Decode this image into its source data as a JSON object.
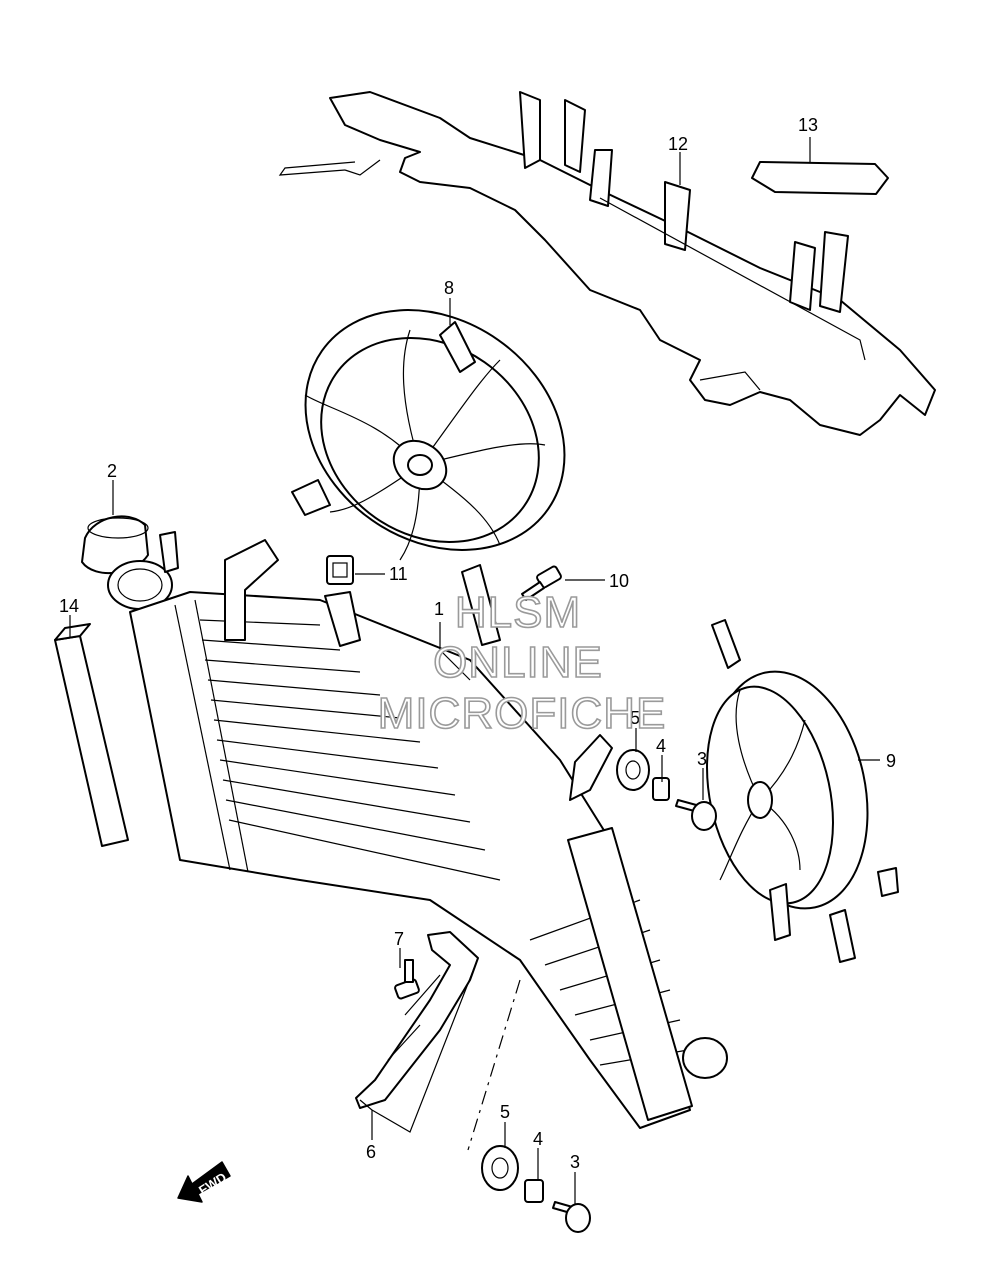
{
  "diagram": {
    "callouts": {
      "c1": "1",
      "c2": "2",
      "c3a": "3",
      "c3b": "3",
      "c4a": "4",
      "c4b": "4",
      "c5a": "5",
      "c5b": "5",
      "c6": "6",
      "c7": "7",
      "c8": "8",
      "c9": "9",
      "c10": "10",
      "c11": "11",
      "c12": "12",
      "c13": "13",
      "c14": "14"
    },
    "watermark": {
      "line1": "HLSM",
      "line2": "ONLINE",
      "line3": "MICROFICHE"
    },
    "direction_label": "FWD"
  }
}
